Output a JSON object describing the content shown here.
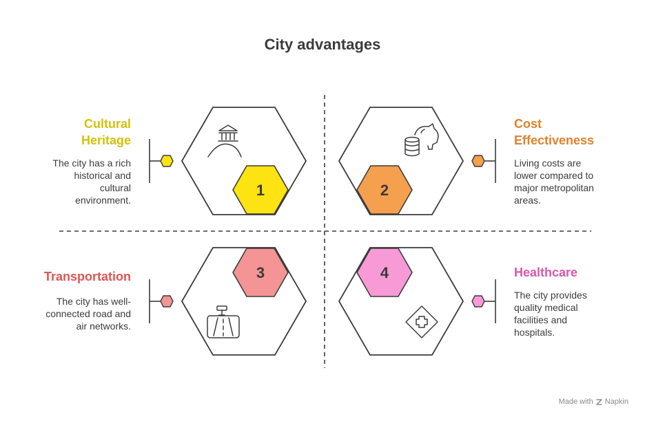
{
  "title": "City advantages",
  "quadrants": [
    {
      "number": "1",
      "heading": "Cultural Heritage",
      "heading_lines": [
        "Cultural",
        "Heritage"
      ],
      "description_lines": [
        "The city has a rich",
        "historical and",
        "cultural",
        "environment."
      ],
      "color": "#d4c20c",
      "fill": "#fde312",
      "icon": "museum-icon"
    },
    {
      "number": "2",
      "heading": "Cost Effectiveness",
      "heading_lines": [
        "Cost",
        "Effectiveness"
      ],
      "description_lines": [
        "Living costs are",
        "lower compared to",
        "major metropolitan",
        "areas."
      ],
      "color": "#e0812c",
      "fill": "#f5a04e",
      "icon": "piggy-bank-coins-icon"
    },
    {
      "number": "3",
      "heading": "Transportation",
      "heading_lines": [
        "Transportation"
      ],
      "description_lines": [
        "The city has well-",
        "connected road and",
        "air networks."
      ],
      "color": "#e05454",
      "fill": "#f49494",
      "icon": "road-airport-icon"
    },
    {
      "number": "4",
      "heading": "Healthcare",
      "heading_lines": [
        "Healthcare"
      ],
      "description_lines": [
        "The city provides",
        "quality medical",
        "facilities and",
        "hospitals."
      ],
      "color": "#d957b0",
      "fill": "#f79ad6",
      "icon": "medical-cross-icon"
    }
  ],
  "footer": {
    "made_with": "Made with",
    "brand": "Napkin"
  }
}
